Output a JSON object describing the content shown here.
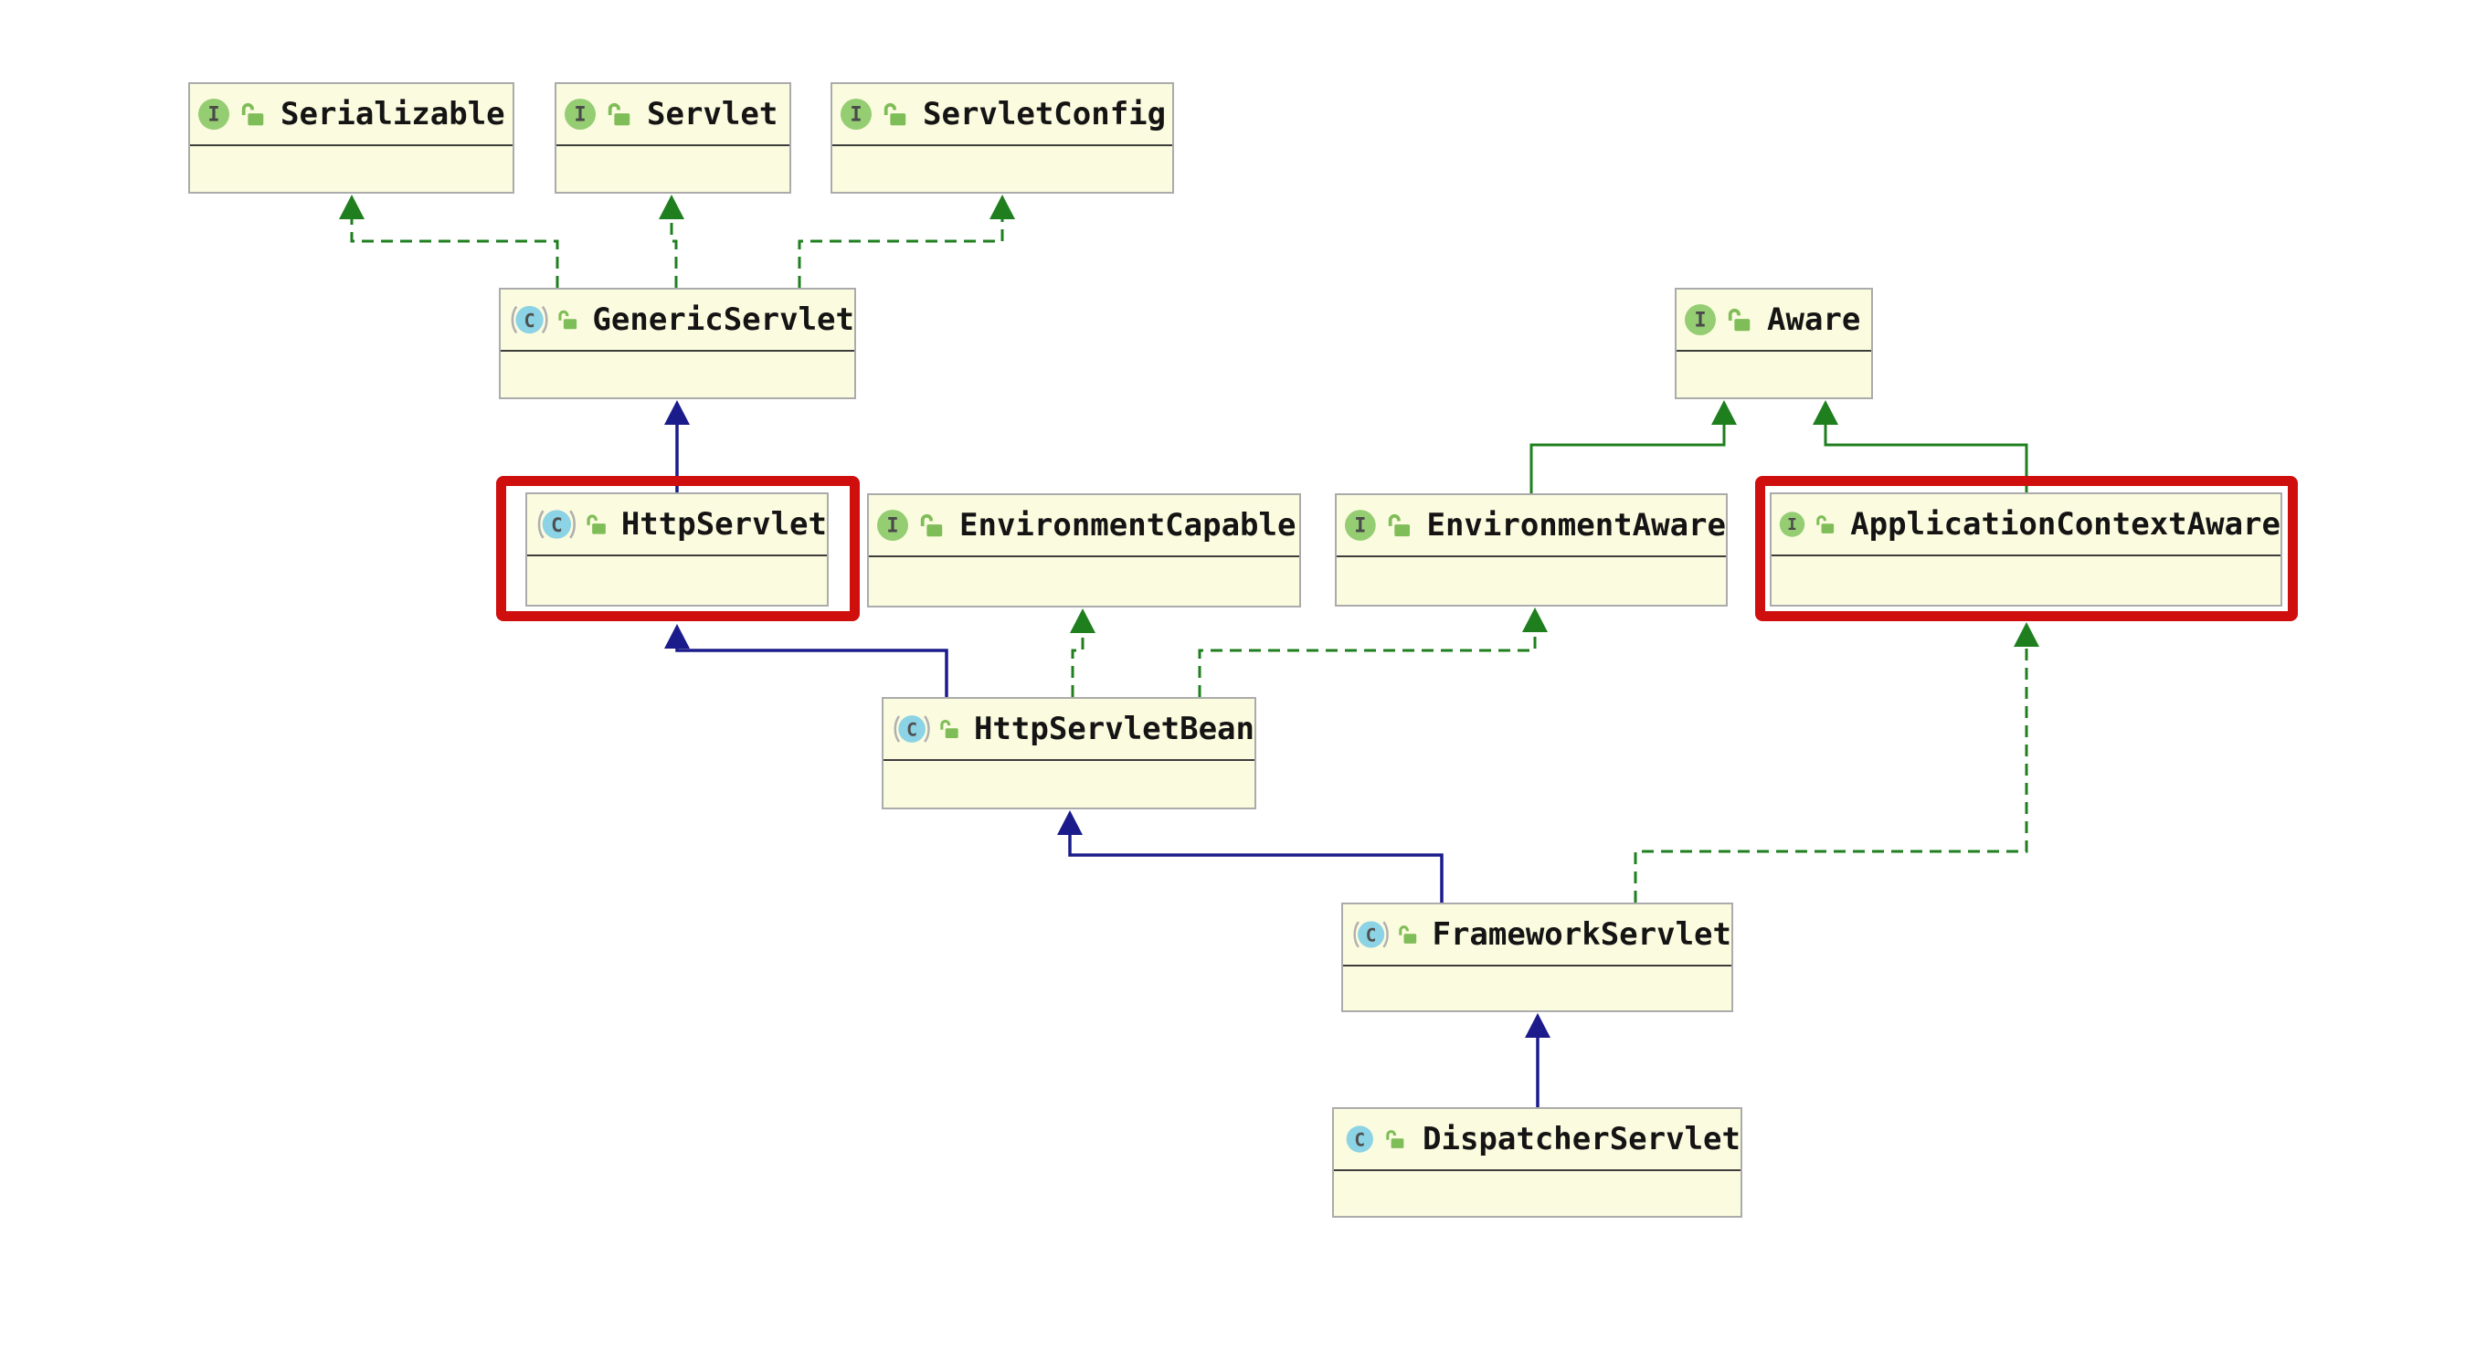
{
  "diagram": {
    "icon_letters": {
      "interface": "I",
      "class": "C"
    },
    "colors": {
      "class_inheritance_edge": "#1B1B8C",
      "interface_edge": "#1F7F1F",
      "selection_highlight": "#CF0E0E",
      "node_fill": "#FBFBDF",
      "node_border": "#ABABAB",
      "interface_icon": "#95CD73",
      "class_icon": "#8BD3E5",
      "lock_icon": "#7FBD58"
    },
    "nodes": [
      {
        "label": "Serializable",
        "kind": "interface",
        "selected": false
      },
      {
        "label": "Servlet",
        "kind": "interface",
        "selected": false
      },
      {
        "label": "ServletConfig",
        "kind": "interface",
        "selected": false
      },
      {
        "label": "GenericServlet",
        "kind": "abstract-class",
        "selected": false
      },
      {
        "label": "Aware",
        "kind": "interface",
        "selected": false
      },
      {
        "label": "HttpServlet",
        "kind": "abstract-class",
        "selected": true
      },
      {
        "label": "EnvironmentCapable",
        "kind": "interface",
        "selected": false
      },
      {
        "label": "EnvironmentAware",
        "kind": "interface",
        "selected": false
      },
      {
        "label": "ApplicationContextAware",
        "kind": "interface",
        "selected": true
      },
      {
        "label": "HttpServletBean",
        "kind": "abstract-class",
        "selected": false
      },
      {
        "label": "FrameworkServlet",
        "kind": "abstract-class",
        "selected": false
      },
      {
        "label": "DispatcherServlet",
        "kind": "class",
        "selected": false
      }
    ],
    "edges": [
      {
        "from": "HttpServlet",
        "to": "GenericServlet",
        "type": "extends"
      },
      {
        "from": "HttpServletBean",
        "to": "HttpServlet",
        "type": "extends"
      },
      {
        "from": "FrameworkServlet",
        "to": "HttpServletBean",
        "type": "extends"
      },
      {
        "from": "DispatcherServlet",
        "to": "FrameworkServlet",
        "type": "extends"
      },
      {
        "from": "GenericServlet",
        "to": "Serializable",
        "type": "implements"
      },
      {
        "from": "GenericServlet",
        "to": "Servlet",
        "type": "implements"
      },
      {
        "from": "GenericServlet",
        "to": "ServletConfig",
        "type": "implements"
      },
      {
        "from": "EnvironmentAware",
        "to": "Aware",
        "type": "extends"
      },
      {
        "from": "ApplicationContextAware",
        "to": "Aware",
        "type": "extends"
      },
      {
        "from": "HttpServletBean",
        "to": "EnvironmentCapable",
        "type": "implements"
      },
      {
        "from": "HttpServletBean",
        "to": "EnvironmentAware",
        "type": "implements"
      },
      {
        "from": "FrameworkServlet",
        "to": "ApplicationContextAware",
        "type": "implements"
      }
    ]
  }
}
